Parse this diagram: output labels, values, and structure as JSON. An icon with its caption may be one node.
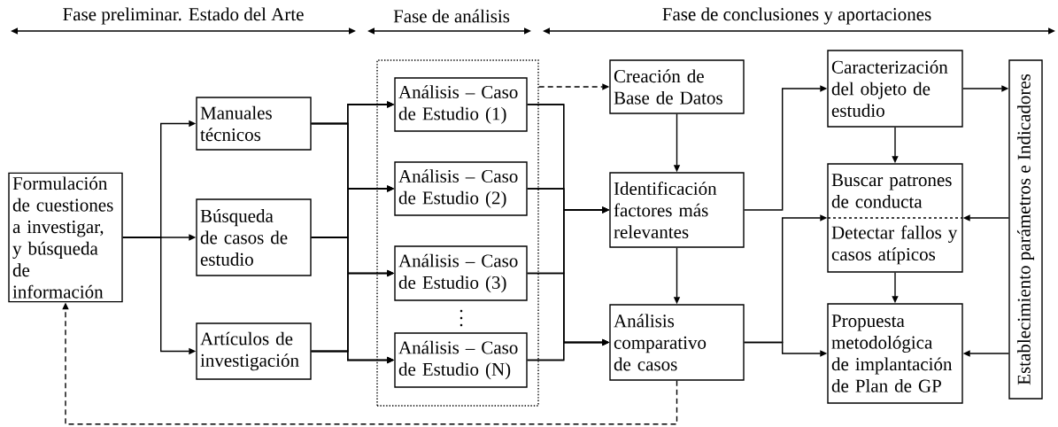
{
  "diagram": {
    "nodes": [
      {
        "text": [
          "Formulación de cuestiones a investigar, y búsqueda de información"
        ]
      },
      {
        "text": [
          "Manuales técnicos"
        ]
      },
      {
        "text": [
          "Búsqueda de casos de estudio"
        ]
      },
      {
        "text": [
          "Artículos de investigación"
        ]
      },
      {
        "text": [],
        "shape": "box"
      },
      {
        "text": [
          "Análisis – Caso de Estudio (1)"
        ],
        "in": 4
      },
      {
        "text": [
          "Análisis – Caso de Estudio (2)"
        ],
        "in": 4
      },
      {
        "text": [
          "Análisis – Caso de Estudio (3)"
        ],
        "in": 4
      },
      {
        "text": [
          "Análisis – Caso de Estudio (N)"
        ],
        "in": 4
      },
      {
        "text": [
          "Creación de Base de Datos"
        ]
      },
      {
        "text": [
          "Identificación factores más relevantes"
        ]
      },
      {
        "text": [
          "Análisis comparativo de casos"
        ]
      },
      {
        "text": [
          "Caracterización del objeto de estudio"
        ]
      },
      {
        "text": [
          "Buscar patrones de conducta",
          "Detectar fallos y casos atípicos"
        ]
      },
      {
        "text": [
          "Propuesta metodológica de implantación de Plan de GP"
        ]
      },
      {
        "text": [
          "Establecimiento parámetros e Indicadores"
        ]
      }
    ],
    "edges": [
      {
        "from": 0,
        "to": 1,
        "arrow": "to"
      },
      {
        "from": 0,
        "to": 2,
        "arrow": "to"
      },
      {
        "from": 0,
        "to": 3,
        "arrow": "to"
      },
      {
        "from": 1,
        "to": 5,
        "arrow": "to"
      },
      {
        "from": 1,
        "to": 6,
        "arrow": "to"
      },
      {
        "from": 1,
        "to": 7,
        "arrow": "to"
      },
      {
        "from": 1,
        "to": 8,
        "arrow": "to"
      },
      {
        "from": 2,
        "to": 5,
        "arrow": "to"
      },
      {
        "from": 2,
        "to": 6,
        "arrow": "to"
      },
      {
        "from": 2,
        "to": 7,
        "arrow": "to"
      },
      {
        "from": 2,
        "to": 8,
        "arrow": "to"
      },
      {
        "from": 3,
        "to": 5,
        "arrow": "to"
      },
      {
        "from": 3,
        "to": 6,
        "arrow": "to"
      },
      {
        "from": 3,
        "to": 7,
        "arrow": "to"
      },
      {
        "from": 3,
        "to": 8,
        "arrow": "to"
      },
      {
        "from": 4,
        "to": 9,
        "arrow": "to",
        "style": "dashed"
      },
      {
        "from": 5,
        "to": 10,
        "arrow": "to"
      },
      {
        "from": 5,
        "to": 11,
        "arrow": "to"
      },
      {
        "from": 6,
        "to": 10,
        "arrow": "to"
      },
      {
        "from": 6,
        "to": 11,
        "arrow": "to"
      },
      {
        "from": 7,
        "to": 10,
        "arrow": "to"
      },
      {
        "from": 7,
        "to": 11,
        "arrow": "to"
      },
      {
        "from": 8,
        "to": 10,
        "arrow": "to"
      },
      {
        "from": 8,
        "to": 11,
        "arrow": "to"
      },
      {
        "from": 9,
        "to": 10,
        "arrow": "to"
      },
      {
        "from": 10,
        "to": 11,
        "arrow": "to"
      },
      {
        "from": 10,
        "to": 12,
        "arrow": "to"
      },
      {
        "from": 11,
        "to": 13,
        "arrow": "to"
      },
      {
        "from": 11,
        "to": 14,
        "arrow": "to"
      },
      {
        "from": 12,
        "to": 13,
        "arrow": "to"
      },
      {
        "from": 13,
        "to": 14,
        "arrow": "to"
      },
      {
        "from": 12,
        "to": 15,
        "arrow": "to"
      },
      {
        "from": 15,
        "to": 13,
        "arrow": "to"
      },
      {
        "from": 15,
        "to": 14,
        "arrow": "to"
      },
      {
        "from": 11,
        "to": 0,
        "arrow": "to",
        "style": "dashed"
      }
    ],
    "labels": [
      "Fase preliminar.  Estado del Arte",
      "Fase de análisis",
      "Fase de conclusiones  y aportaciones"
    ]
  }
}
